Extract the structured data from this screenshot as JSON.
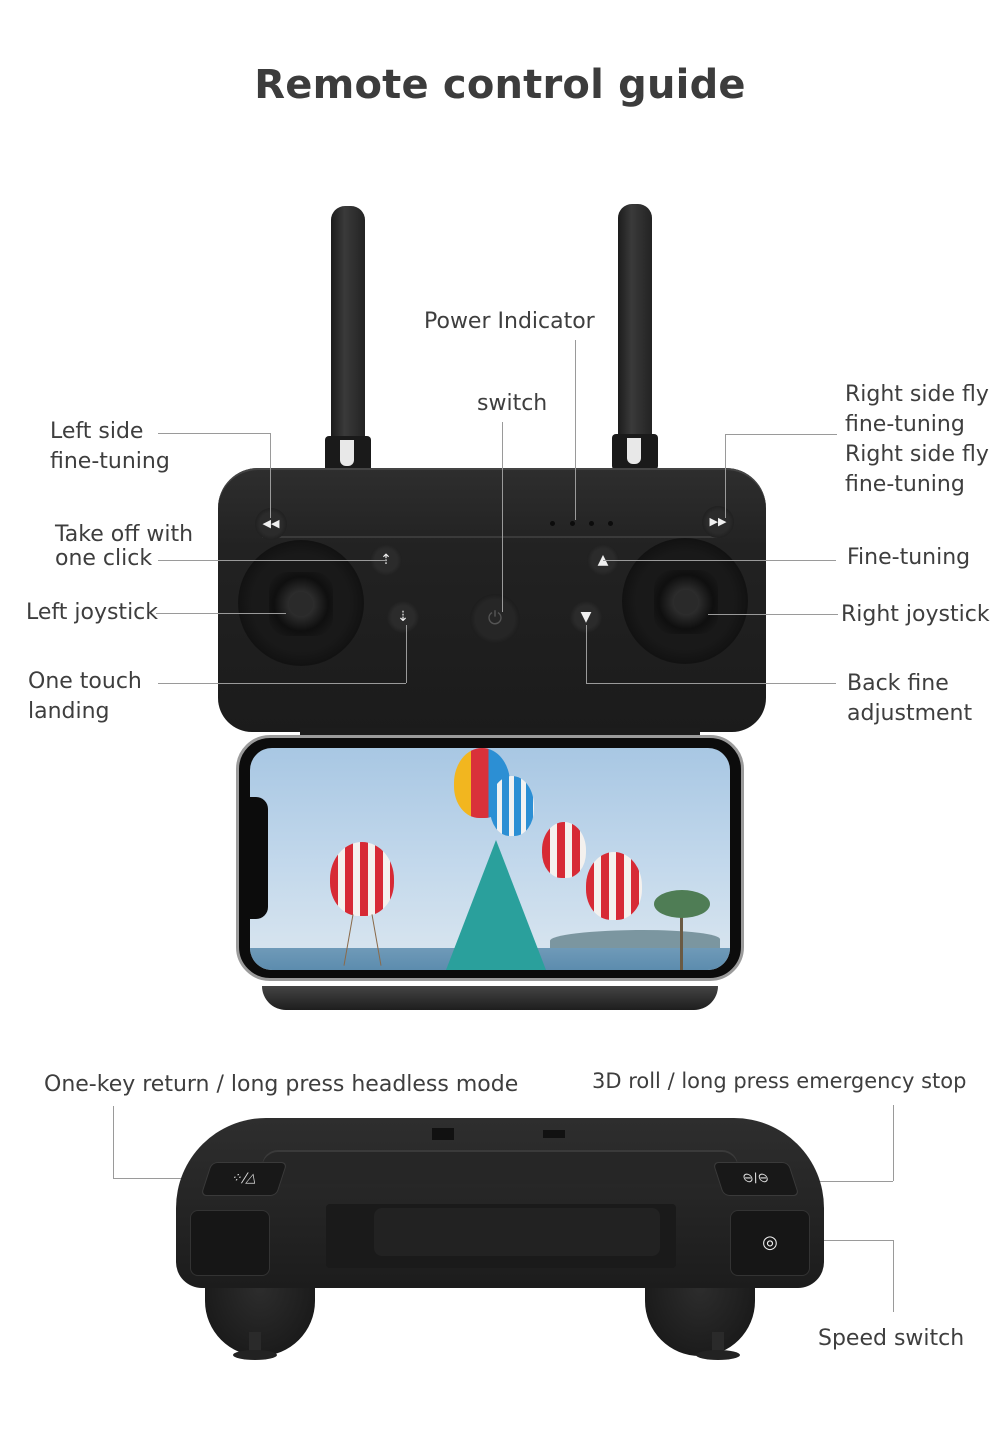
{
  "title": "Remote control guide",
  "top_view": {
    "labels": {
      "power_indicator": "Power Indicator",
      "switch": "switch",
      "left_side_fine_tuning": [
        "Left side",
        "fine-tuning"
      ],
      "right_side_fly_fine_tuning": [
        "Right side fly",
        "fine-tuning",
        "Right side fly",
        "fine-tuning"
      ],
      "take_off": [
        "Take off with",
        "one click"
      ],
      "fine_tuning": "Fine-tuning",
      "left_joystick": "Left joystick",
      "right_joystick": "Right joystick",
      "one_touch_landing": [
        "One touch",
        "landing"
      ],
      "back_fine_adjustment": [
        "Back fine",
        "adjustment"
      ]
    },
    "icons": {
      "left_trim": "◀◀",
      "right_trim": "▶▶",
      "takeoff": "⇡",
      "landing": "⇣",
      "forward_trim": "▲",
      "back_trim": "▼",
      "power": "⏻"
    },
    "power_indicator_dots": 4
  },
  "phone": {
    "screen_scene": "hot air balloons on a beach"
  },
  "bottom_view": {
    "labels": {
      "one_key_return": "One-key return / long press headless mode",
      "roll_emergency": "3D roll / long press emergency stop",
      "speed_switch": "Speed switch"
    },
    "icons": {
      "return_headless": "⁘/△",
      "roll_stop": "⊖/⊖",
      "speed": "◎"
    }
  },
  "colors": {
    "text": "#3e3e3e",
    "leader_line": "#9a9a9a",
    "remote_body": "#222222",
    "background": "#ffffff"
  }
}
